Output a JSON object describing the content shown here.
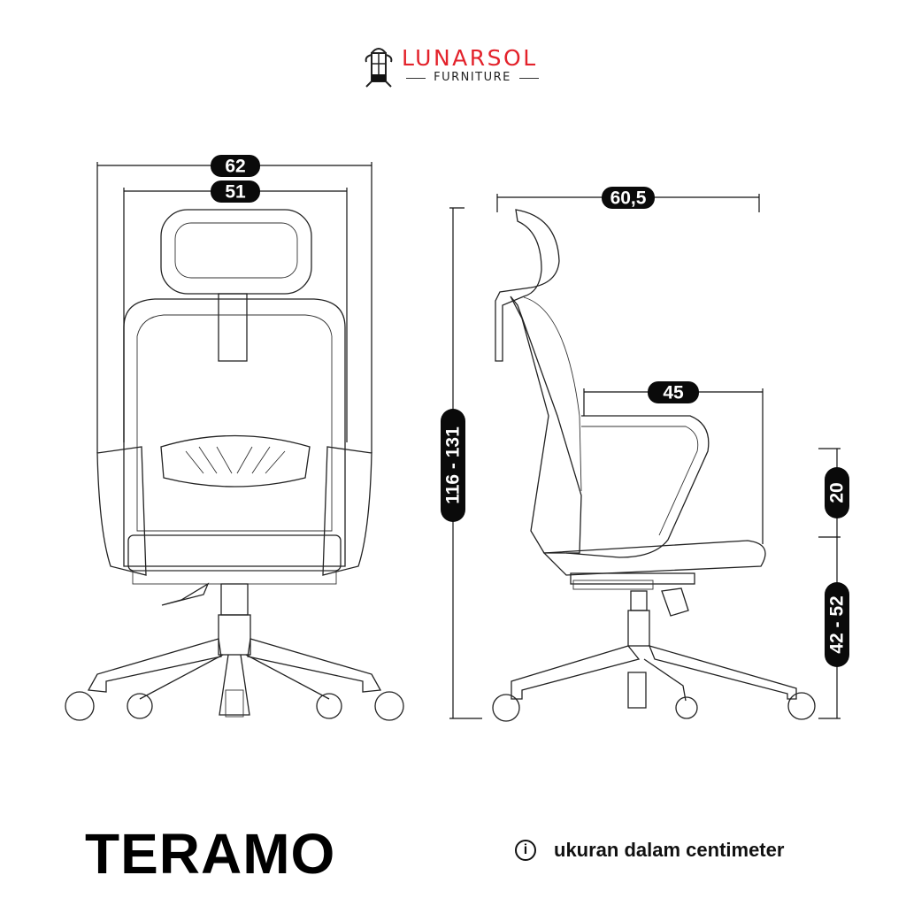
{
  "brand": {
    "name": "LUNARSOL",
    "subtitle": "FURNITURE",
    "color": "#e3222b"
  },
  "product": {
    "name": "TERAMO"
  },
  "note": {
    "icon": "info-icon",
    "icon_glyph": "i",
    "text": "ukuran dalam centimeter"
  },
  "dimensions": {
    "overall_width": "62",
    "seat_width": "51",
    "overall_height": "116 - 131",
    "overall_depth": "60,5",
    "seat_depth": "45",
    "armrest_height": "20",
    "seat_height": "42 - 52"
  }
}
